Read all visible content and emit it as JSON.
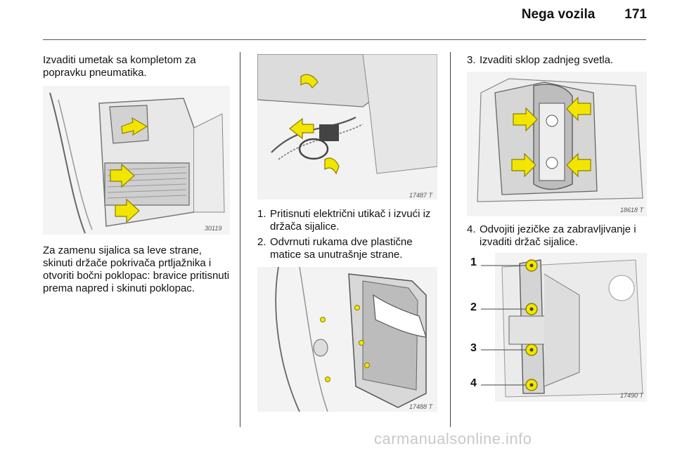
{
  "header": {
    "section": "Nega vozila",
    "page_number": "171"
  },
  "left": {
    "intro": "Izvaditi umetak sa kompletom za popravku pneumatika.",
    "figure_code": "30119",
    "paragraph": "Za zamenu sijalica sa leve strane, skinuti držače pokrivača prtljažnika i otvoriti bočni poklopac: bravice pritisnuti prema napred i skinuti poklopac."
  },
  "middle": {
    "figure1_code": "17487 T",
    "steps": [
      {
        "num": "1.",
        "text": "Pritisnuti električni utikač i izvući iz držača sijalice."
      },
      {
        "num": "2.",
        "text": "Odvrnuti rukama dve plastične matice sa unutrašnje strane."
      }
    ],
    "figure2_code": "17488 T"
  },
  "right": {
    "step3": {
      "num": "3.",
      "text": "Izvaditi sklop zadnjeg svetla."
    },
    "figure1_code": "18618 T",
    "step4": {
      "num": "4.",
      "text": "Odvojiti jezičke za zabravljivanje i izvaditi držač sijalice."
    },
    "callouts": [
      "1",
      "2",
      "3",
      "4"
    ],
    "figure2_code": "17490 T"
  },
  "watermark": "carmanualsonline.info",
  "colors": {
    "arrow": "#f2e600",
    "arrow_stroke": "#8a7f00",
    "line_art": "#555555"
  }
}
